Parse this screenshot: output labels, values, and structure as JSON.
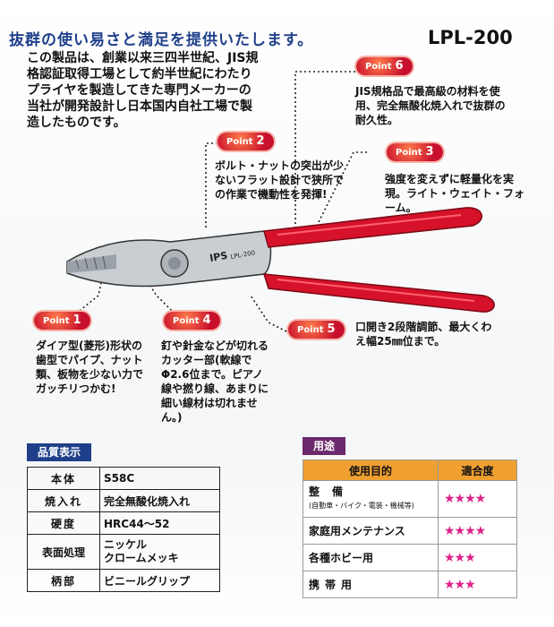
{
  "headline": "抜群の使い易さと満足を提供いたします。",
  "model": "LPL-200",
  "intro": "この製品は、創業以来三四半世紀、JIS規格認証取得工場として約半世紀にわたりプライヤを製造してきた専門メーカーの当社が開発設計し日本国内自社工場で製造したものです。",
  "badge_word": "Point",
  "points": [
    {
      "num": "1",
      "text": "ダイア型(菱形)形状の歯型でパイプ、ナット類、板物を少ない力でガッチリつかむ!"
    },
    {
      "num": "2",
      "text": "ボルト・ナットの突出が少ないフラット設計で狭所での作業で機動性を発揮!"
    },
    {
      "num": "3",
      "text": "強度を変えずに軽量化を実現。ライト・ウェイト・フォーム。"
    },
    {
      "num": "4",
      "text": "釘や針金などが切れるカッター部(軟線でΦ2.6位まで。ピアノ線や撚り線、あまりに細い線材は切れません。)"
    },
    {
      "num": "5",
      "text": "口開き2段階調節、最大くわえ幅25㎜位まで。"
    },
    {
      "num": "6",
      "text": "JIS規格品で最高級の材料を使用、完全無酸化焼入れで抜群の耐久性。"
    }
  ],
  "tool_marks": {
    "brand": "IPS",
    "model_mark": "LPL-200"
  },
  "spec": {
    "title": "品質表示",
    "rows": [
      {
        "k": "本体",
        "v": "S58C"
      },
      {
        "k": "焼入れ",
        "v": "完全無酸化焼入れ"
      },
      {
        "k": "硬度",
        "v": "HRC44〜52"
      },
      {
        "k": "表面処理",
        "v": "ニッケル\nクロームメッキ"
      },
      {
        "k": "柄部",
        "v": "ビニールグリップ"
      }
    ]
  },
  "usage": {
    "title": "用途",
    "headers": [
      "使用目的",
      "適合度"
    ],
    "rows": [
      {
        "purpose": "整備",
        "note": "(自動車・バイク・電装・機械等)",
        "stars": "★★★★"
      },
      {
        "purpose": "家庭用メンテナンス",
        "note": "",
        "stars": "★★★★"
      },
      {
        "purpose": "各種ホビー用",
        "note": "",
        "stars": "★★★"
      },
      {
        "purpose": "携帯用",
        "note": "",
        "stars": "★★★"
      }
    ]
  },
  "colors": {
    "headline": "#1f3f8a",
    "badge": "#c8102e",
    "grip": "#d6122a",
    "spec_label": "#1f3f8a",
    "usage_label": "#6b2a6b",
    "table_header": "#f0a030",
    "stars": "#e0208a"
  }
}
